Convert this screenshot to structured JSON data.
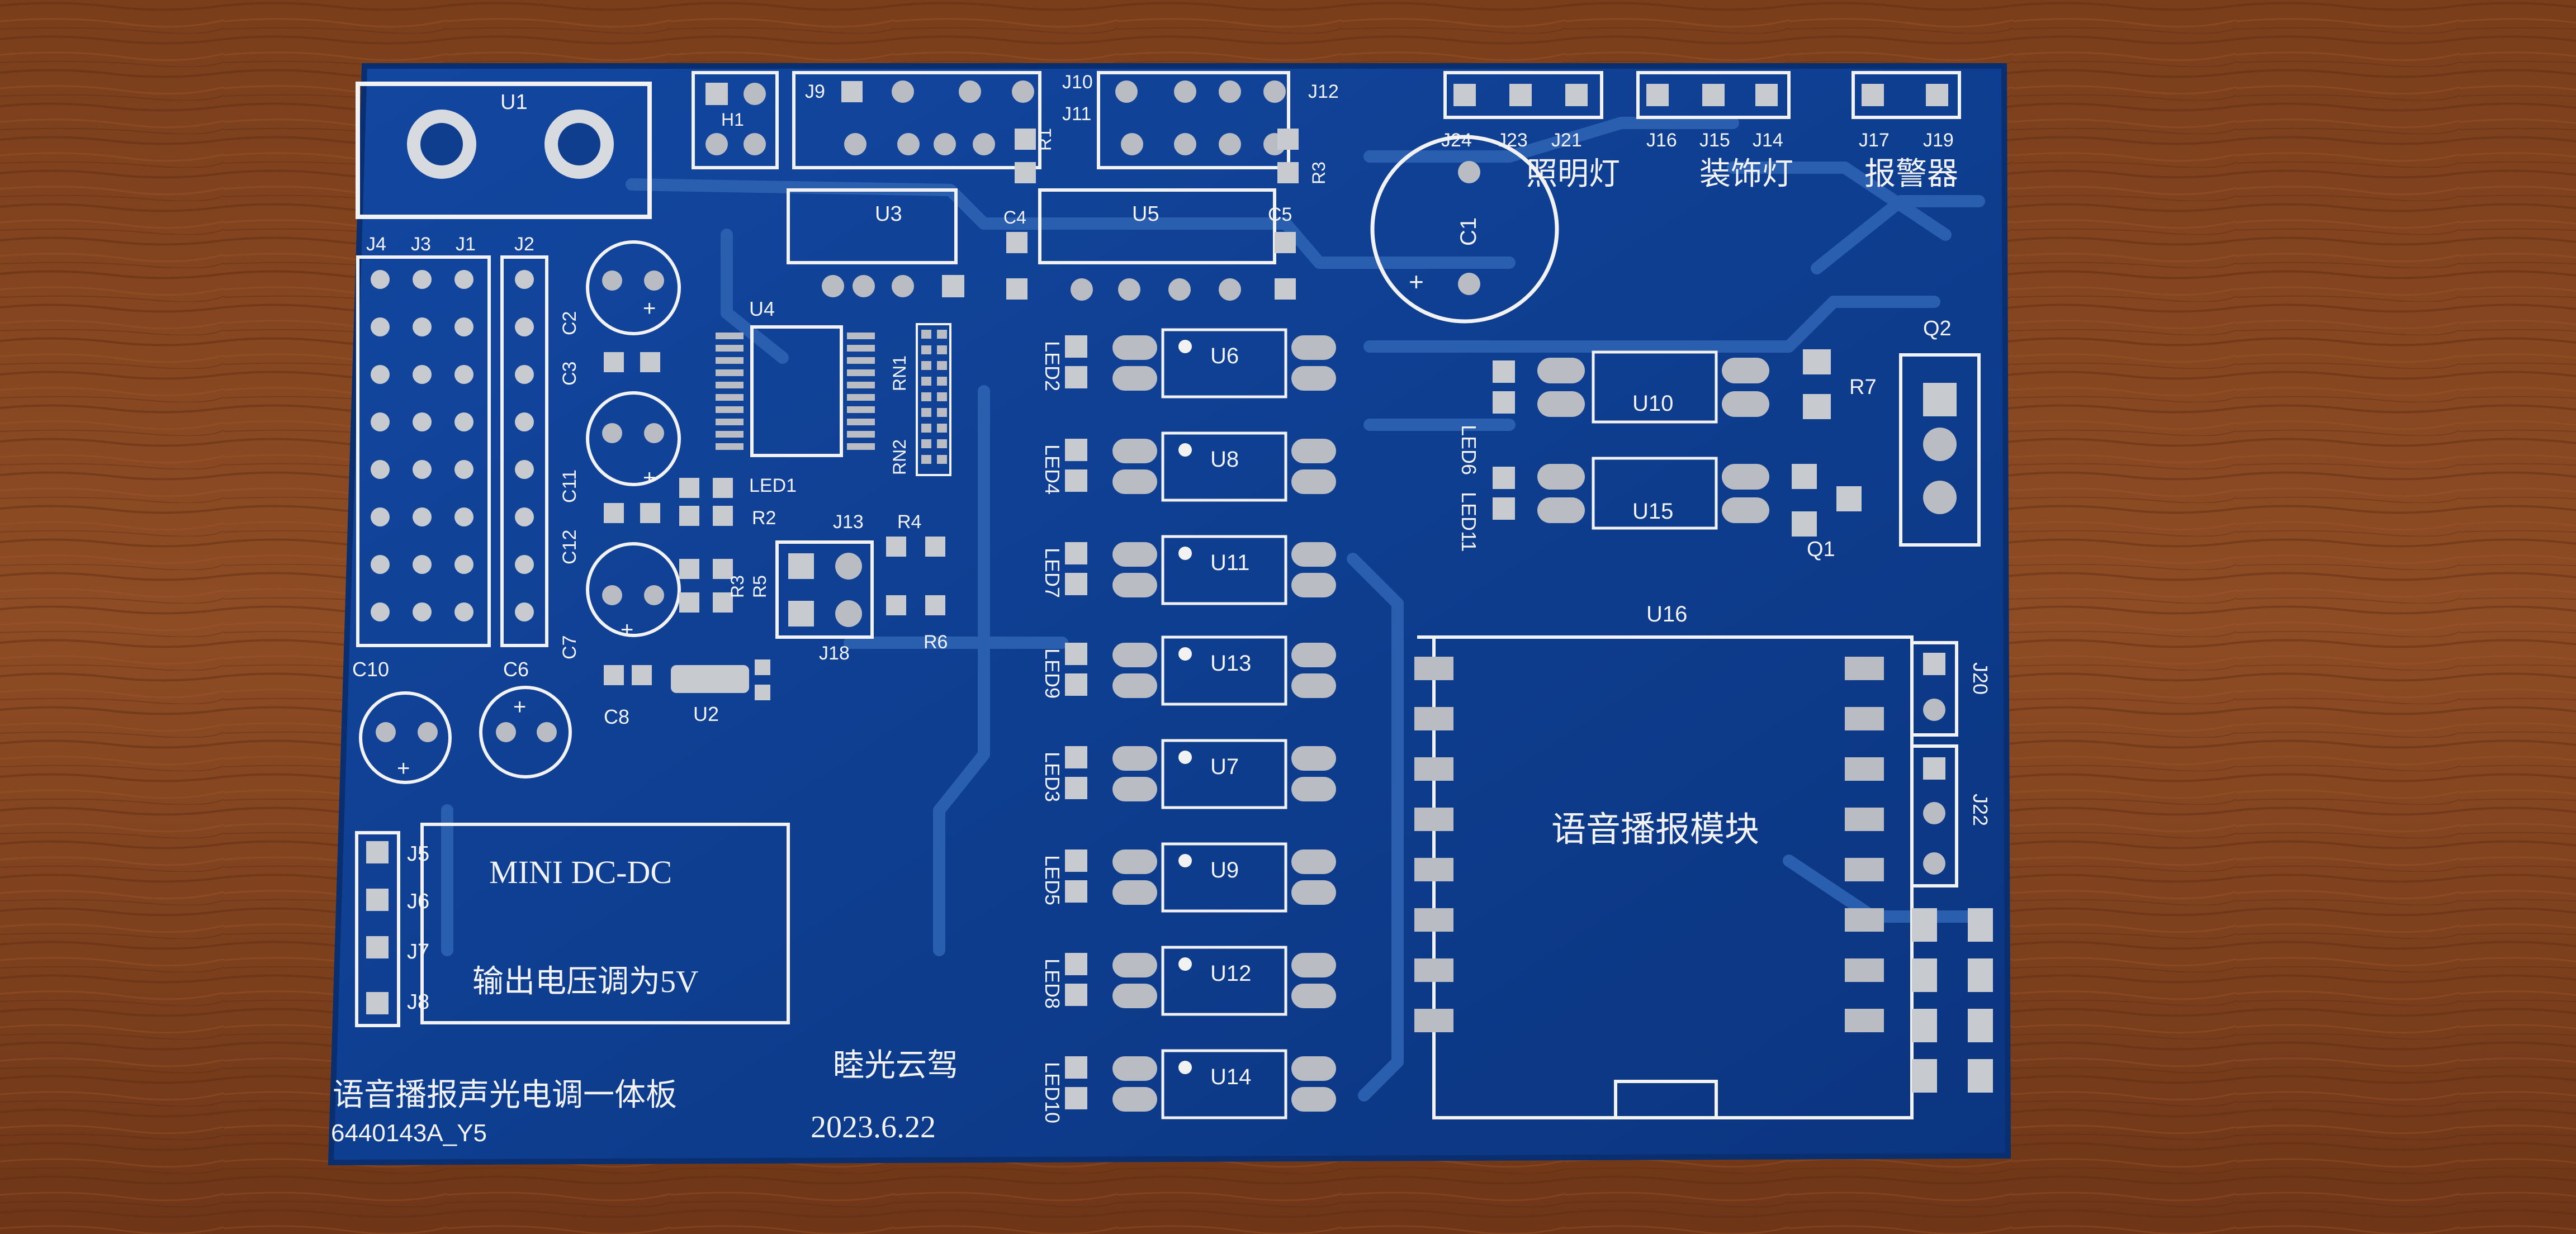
{
  "photo": {
    "board_color": "#0f3e8f",
    "board_edge_color": "#0a2f70",
    "silkscreen_color": "#f2f2f2",
    "pad_color": "#b9bdc3",
    "table_color": "#8a4a22"
  },
  "labels": {
    "u1": "U1",
    "u2": "U2",
    "u3": "U3",
    "u4": "U4",
    "u5": "U5",
    "h1": "H1",
    "j1": "J1",
    "j2": "J2",
    "j3": "J3",
    "j4": "J4",
    "j5": "J5",
    "j6": "J6",
    "j7": "J7",
    "j8": "J8",
    "j9": "J9",
    "j10": "J10",
    "j11": "J11",
    "j12": "J12",
    "j13": "J13",
    "j14": "J14",
    "j15": "J15",
    "j16": "J16",
    "j17": "J17",
    "j18": "J18",
    "j19": "J19",
    "j20": "J20",
    "j21": "J21",
    "j22": "J22",
    "j23": "J23",
    "j24": "J24",
    "c1": "C1",
    "c2": "C2",
    "c3": "C3",
    "c4": "C4",
    "c5": "C5",
    "c6": "C6",
    "c7": "C7",
    "c8": "C8",
    "c10": "C10",
    "c11": "C11",
    "c12": "C12",
    "r1": "R1",
    "r2": "R2",
    "r3": "R3",
    "r4": "R4",
    "r5": "R5",
    "r6": "R6",
    "r7": "R7",
    "rn1": "RN1",
    "rn2": "RN2",
    "q1": "Q1",
    "q2": "Q2",
    "led1": "LED1",
    "led2": "LED2",
    "led3": "LED3",
    "led4": "LED4",
    "led5": "LED5",
    "led6": "LED6",
    "led7": "LED7",
    "led8": "LED8",
    "led9": "LED9",
    "led10": "LED10",
    "led11": "LED11",
    "u6": "U6",
    "u7": "U7",
    "u8": "U8",
    "u9": "U9",
    "u10": "U10",
    "u11": "U11",
    "u12": "U12",
    "u13": "U13",
    "u14": "U14",
    "u15": "U15",
    "u16": "U16",
    "lighting": "照明灯",
    "decor_light": "装饰灯",
    "alarm": "报警器",
    "voice_module": "语音播报模块",
    "dcdc_title": "MINI DC-DC",
    "dcdc_note": "输出电压调为5V",
    "board_title": "语音播报声光电调一体板",
    "board_code": "6440143A_Y5",
    "author": "睦光云驾",
    "date": "2023.6.22"
  }
}
